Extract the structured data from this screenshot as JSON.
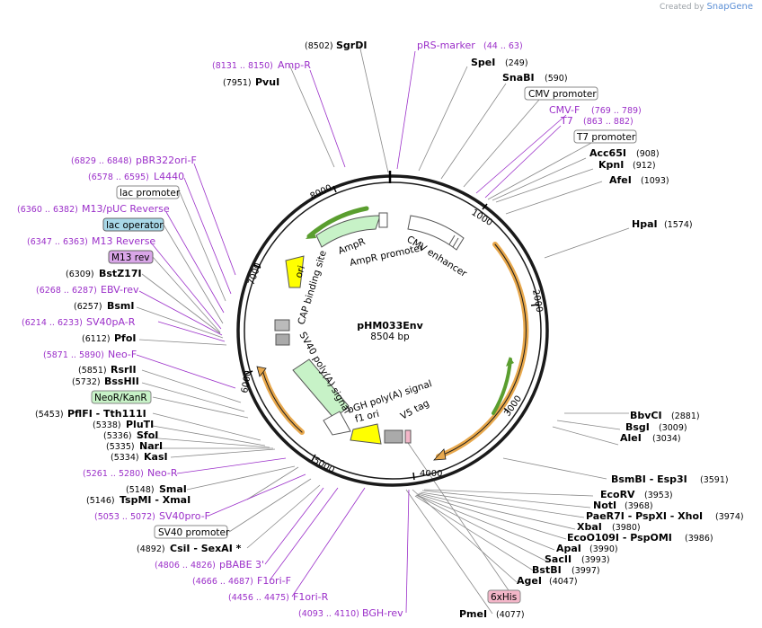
{
  "credit": {
    "prefix": "Created by",
    "brand": "SnapGene"
  },
  "plasmid": {
    "name": "pHM033Env",
    "length": "8504 bp"
  },
  "ticks": [
    "1000",
    "2000",
    "3000",
    "4000",
    "5000",
    "6000",
    "7000",
    "8000"
  ],
  "sites_top": [
    {
      "name": "SgrDI",
      "pos": "(8502)"
    },
    {
      "name": "pRS-marker",
      "pos": "(44 .. 63)"
    },
    {
      "name": "SpeI",
      "pos": "(249)"
    },
    {
      "name": "SnaBI",
      "pos": "(590)"
    },
    {
      "name": "PvuI",
      "pos": "(7951)"
    },
    {
      "name": "Amp-R",
      "pos": "(8131 .. 8150)"
    }
  ],
  "features": {
    "cmv_promoter": "CMV promoter",
    "t7_promoter": "T7 promoter",
    "lac_promoter": "lac promoter",
    "lac_operator": "lac operator",
    "m13_rev": "M13 rev",
    "neor_kanr": "NeoR/KanR",
    "sv40_promoter": "SV40 promoter",
    "six_his": "6xHis",
    "cmv_enhancer": "CMV enhancer",
    "ampr": "AmpR",
    "ampr_promoter": "AmpR promoter",
    "cap_site": "CAP binding site",
    "ori": "ori",
    "sv40_polya": "SV40 poly(A) signal",
    "bgh_polya": "bGH poly(A) signal",
    "f1_ori": "f1 ori",
    "v5_tag": "V5 tag"
  },
  "primers": {
    "cmv_f": {
      "name": "CMV-F",
      "pos": "(769 .. 789)"
    },
    "t7": {
      "name": "T7",
      "pos": "(863 .. 882)"
    },
    "pbr322": {
      "name": "pBR322ori-F",
      "pos": "(6829 .. 6848)"
    },
    "l4440": {
      "name": "L4440",
      "pos": "(6578 .. 6595)"
    },
    "m13_puc": {
      "name": "M13/pUC Reverse",
      "pos": "(6360 .. 6382)"
    },
    "m13_reverse": {
      "name": "M13 Reverse",
      "pos": "(6347 .. 6363)"
    },
    "ebv_rev": {
      "name": "EBV-rev",
      "pos": "(6268 .. 6287)"
    },
    "sv40pa_r": {
      "name": "SV40pA-R",
      "pos": "(6214 .. 6233)"
    },
    "neo_f": {
      "name": "Neo-F",
      "pos": "(5871 .. 5890)"
    },
    "neo_r": {
      "name": "Neo-R",
      "pos": "(5261 .. 5280)"
    },
    "sv40pro_f": {
      "name": "SV40pro-F",
      "pos": "(5053 .. 5072)"
    },
    "pbabe3": {
      "name": "pBABE 3'",
      "pos": "(4806 .. 4826)"
    },
    "f1ori_f": {
      "name": "F1ori-F",
      "pos": "(4666 .. 4687)"
    },
    "f1ori_r": {
      "name": "F1ori-R",
      "pos": "(4456 .. 4475)"
    },
    "bgh_rev": {
      "name": "BGH-rev",
      "pos": "(4093 .. 4110)"
    }
  },
  "sites_right": [
    {
      "name": "Acc65I",
      "pos": "(908)"
    },
    {
      "name": "KpnI",
      "pos": "(912)"
    },
    {
      "name": "AfeI",
      "pos": "(1093)"
    },
    {
      "name": "HpaI",
      "pos": "(1574)"
    },
    {
      "name": "BbvCI",
      "pos": "(2881)"
    },
    {
      "name": "BsgI",
      "pos": "(3009)"
    },
    {
      "name": "AleI",
      "pos": "(3034)"
    },
    {
      "name": "BsmBI - Esp3I",
      "pos": "(3591)"
    },
    {
      "name": "EcoRV",
      "pos": "(3953)"
    },
    {
      "name": "NotI",
      "pos": "(3968)"
    },
    {
      "name": "PaeR7I - PspXI - XhoI",
      "pos": "(3974)"
    },
    {
      "name": "XbaI",
      "pos": "(3980)"
    },
    {
      "name": "EcoO109I - PspOMI",
      "pos": "(3986)"
    },
    {
      "name": "ApaI",
      "pos": "(3990)"
    },
    {
      "name": "SacII",
      "pos": "(3993)"
    },
    {
      "name": "BstBI",
      "pos": "(3997)"
    },
    {
      "name": "AgeI",
      "pos": "(4047)"
    },
    {
      "name": "PmeI",
      "pos": "(4077)"
    }
  ],
  "sites_left": [
    {
      "name": "BstZ17I",
      "pos": "(6309)"
    },
    {
      "name": "BsmI",
      "pos": "(6257)"
    },
    {
      "name": "PfoI",
      "pos": "(6112)"
    },
    {
      "name": "RsrII",
      "pos": "(5851)"
    },
    {
      "name": "BssHII",
      "pos": "(5732)"
    },
    {
      "name": "PflFI - Tth111I",
      "pos": "(5453)"
    },
    {
      "name": "PluTI",
      "pos": "(5338)"
    },
    {
      "name": "SfoI",
      "pos": "(5336)"
    },
    {
      "name": "NarI",
      "pos": "(5335)"
    },
    {
      "name": "KasI",
      "pos": "(5334)"
    },
    {
      "name": "SmaI",
      "pos": "(5148)"
    },
    {
      "name": "TspMI - XmaI",
      "pos": "(5146)"
    },
    {
      "name": "CsiI - SexAI *",
      "pos": "(4892)"
    }
  ]
}
